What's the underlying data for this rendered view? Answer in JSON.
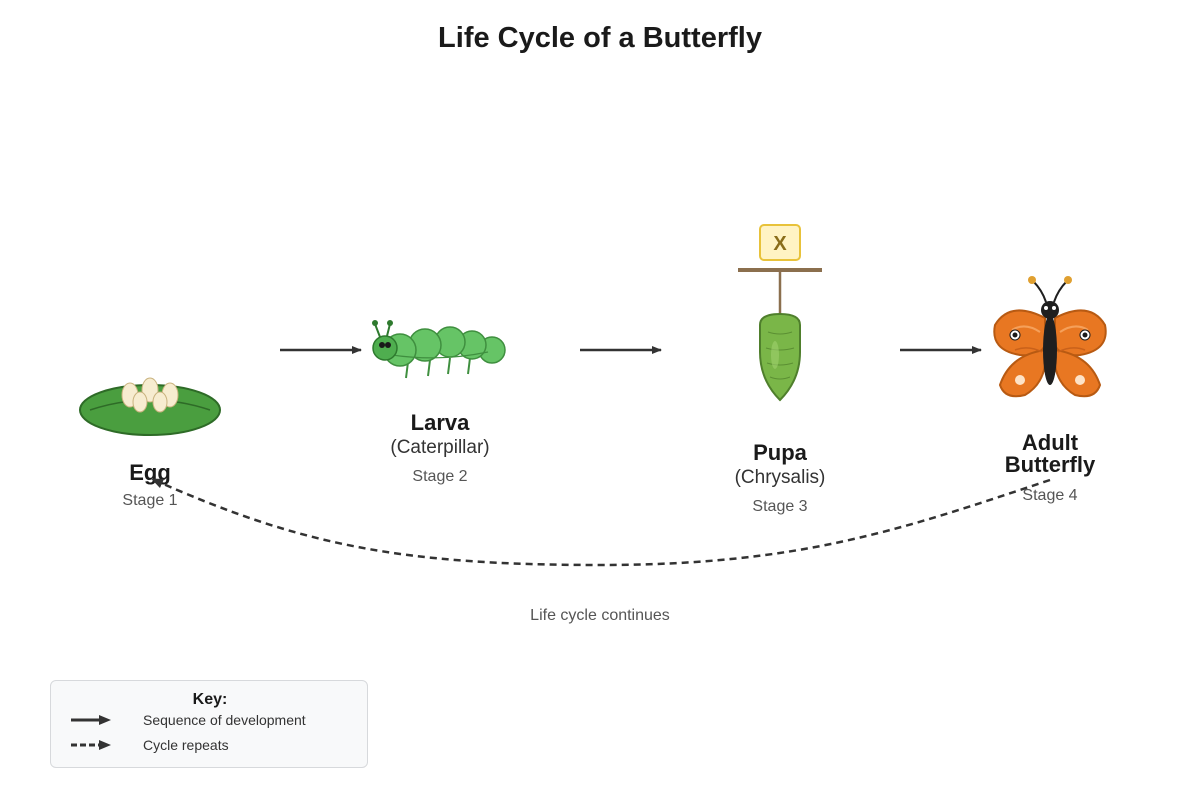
{
  "title": "Life Cycle of a Butterfly",
  "stages": [
    {
      "name": "Egg",
      "subtitle": "",
      "stage": "Stage 1"
    },
    {
      "name": "Larva",
      "subtitle": "(Caterpillar)",
      "stage": "Stage 2"
    },
    {
      "name": "Pupa",
      "subtitle": "(Chrysalis)",
      "stage": "Stage 3"
    },
    {
      "name_line1": "Adult",
      "name_line2": "Butterfly",
      "stage": "Stage 4"
    }
  ],
  "pupa_marker": "X",
  "cycle_label": "Life cycle continues",
  "key": {
    "title": "Key:",
    "solid_label": "Sequence of development",
    "dashed_label": "Cycle repeats"
  },
  "colors": {
    "leaf": "#4a9e3f",
    "caterpillar": "#66c466",
    "chrysalis": "#7ab648",
    "wing": "#e87722",
    "marker_fill": "#fff3c4",
    "marker_border": "#e8c23a",
    "arrow": "#333333"
  }
}
